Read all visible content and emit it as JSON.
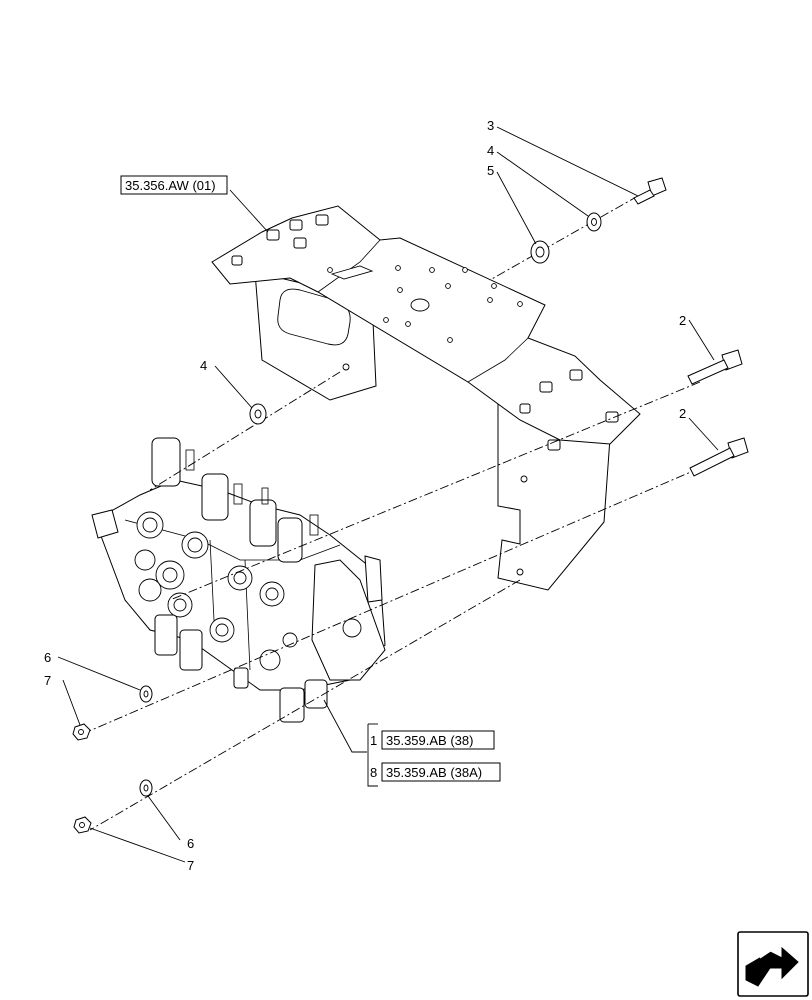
{
  "callouts": {
    "c2a": "2",
    "c2b": "2",
    "c3": "3",
    "c4a": "4",
    "c4b": "4",
    "c5": "5",
    "c6a": "6",
    "c6b": "6",
    "c7a": "7",
    "c7b": "7"
  },
  "references": {
    "bracket_ref": "35.356.AW (01)",
    "valve_ref_1_index": "1",
    "valve_ref_1": "35.359.AB (38)",
    "valve_ref_8_index": "8",
    "valve_ref_8": "35.359.AB (38A)"
  },
  "icons": {
    "navigation": "next-page-arrow-icon"
  }
}
